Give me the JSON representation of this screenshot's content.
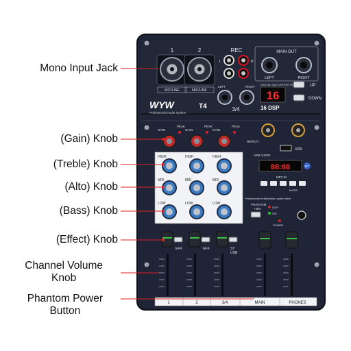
{
  "callouts": {
    "mono_input_jack": "Mono Input Jack",
    "gain_knob": "(Gain) Knob",
    "treble_knob": "(Treble) Knob",
    "alto_knob": "(Alto) Knob",
    "bass_knob": "(Bass) Knob",
    "effect_knob": "(Effect) Knob",
    "channel_volume_line1": "Channel Volume",
    "channel_volume_line2": "Knob",
    "phantom_power_line1": "Phantom Power",
    "phantom_power_line2": "Button"
  },
  "mixer": {
    "brand": "WYW",
    "brand_sub": "Professional Audio System",
    "model": "T4",
    "input_labels": [
      "1",
      "2"
    ],
    "input_type_label": "MIC/LINE",
    "rec_label": "REC",
    "rec_lr": [
      "L",
      "R"
    ],
    "main_out_label": "MAIN OUT",
    "main_out_lr": [
      "LEFT",
      "RIGHT"
    ],
    "digital_fx_label": "DIGITAL MULTI EFFECTS",
    "up_label": "UP",
    "down_label": "DOWN",
    "display_value": "16",
    "stereo_label": "3/4",
    "stereo_lr": [
      "LEFT",
      "RIGHT"
    ],
    "dsp_label": "16 DSP",
    "gain_label": "GAIN",
    "peak_label": "PEAK",
    "high_label": "HIGH",
    "mid_label": "MID",
    "low_label": "LOW",
    "efx_label": "EFX",
    "st_label": "ST",
    "usb_label": "USB",
    "repeat_label": "REPEAT",
    "phantom_label": "PHANTOM",
    "phantom_sub": "+48V",
    "power_label": "POWER",
    "professional_label": "Professional multifunction audio mixer",
    "player_display": "88:88",
    "usb_audio_label": "USB AUDIO",
    "mp3_label": "MP3 IN",
    "mode_label": "MODE",
    "bt_label": "BT",
    "clip_label": "CLIP",
    "sig_label": "SIG",
    "fader_labels": [
      "1",
      "2",
      "3/4",
      "MAIN",
      "PHONES"
    ]
  }
}
